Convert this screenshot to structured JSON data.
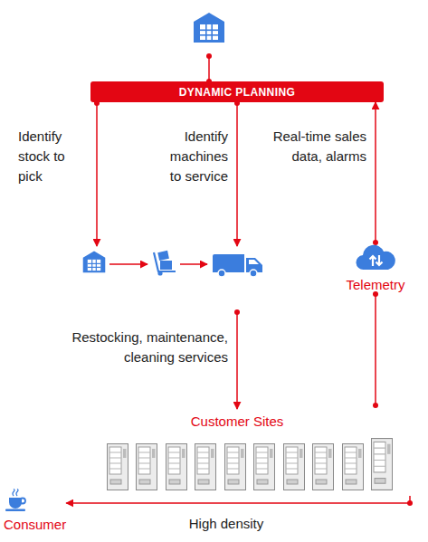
{
  "diagram": {
    "nodes": [
      {
        "text": [
          "DYNAMIC PLANNING"
        ]
      },
      {
        "text": [
          "Telemetry"
        ]
      },
      {
        "text": [
          "Customer Sites"
        ]
      },
      {
        "text": [
          "Consumer"
        ]
      }
    ],
    "edges": [
      {
        "from": 1,
        "to": 0,
        "arrow": "to",
        "label": "Real-time sales data, alarms"
      },
      {
        "from": 2,
        "to": 1,
        "arrow": "none"
      },
      {
        "from": 2,
        "to": 3,
        "arrow": "to",
        "label": "High density"
      }
    ],
    "labels": [
      "Identify stock to pick",
      "Identify machines to service",
      "Restocking, maintenance, cleaning services"
    ]
  }
}
